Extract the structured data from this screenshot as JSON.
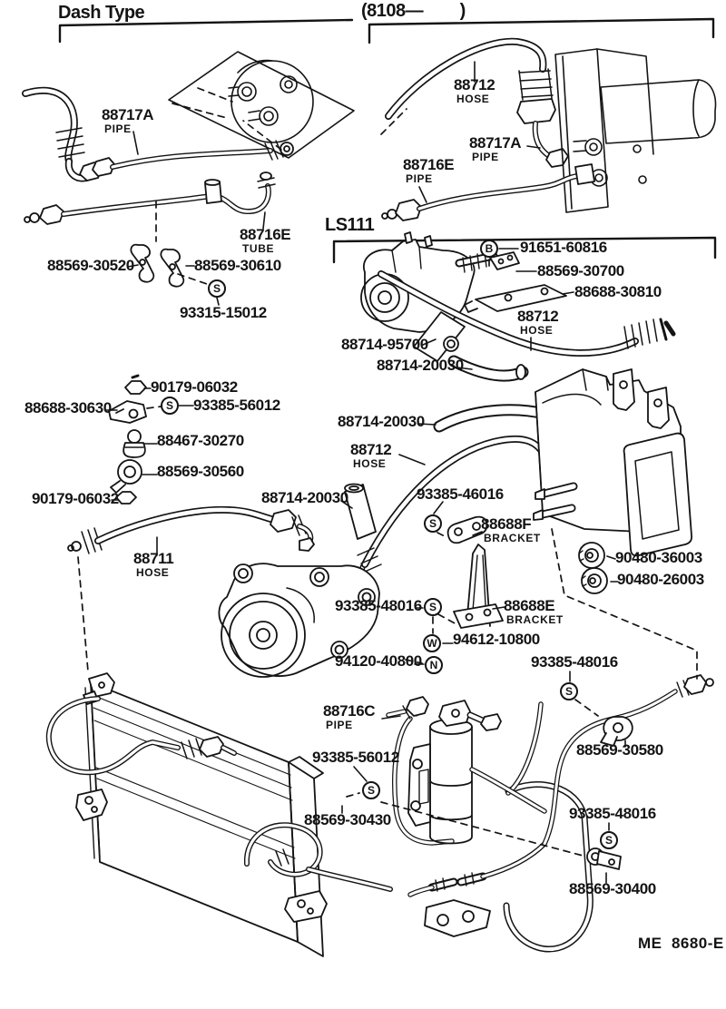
{
  "page": {
    "section_dash_type": "Dash Type",
    "section_date_range": "(8108—        )",
    "section_model": "LS111",
    "footer_code": "ME  8680-E"
  },
  "colors": {
    "ink": "#141414",
    "background": "#ffffff"
  },
  "callouts": [
    {
      "id": "88717A-dash",
      "num": "88717A",
      "sub": "PIPE"
    },
    {
      "id": "88712-top",
      "num": "88712",
      "sub": "HOSE"
    },
    {
      "id": "88717A-top",
      "num": "88717A",
      "sub": "PIPE"
    },
    {
      "id": "88716E-pipe",
      "num": "88716E",
      "sub": "PIPE"
    },
    {
      "id": "88716E-tube",
      "num": "88716E",
      "sub": "TUBE"
    },
    {
      "id": "88569-30520",
      "num": "88569-30520"
    },
    {
      "id": "88569-30610",
      "num": "88569-30610"
    },
    {
      "id": "93315-15012",
      "num": "93315-15012"
    },
    {
      "id": "91651-60816",
      "num": "91651-60816"
    },
    {
      "id": "88569-30700",
      "num": "88569-30700"
    },
    {
      "id": "88688-30810",
      "num": "88688-30810"
    },
    {
      "id": "88712-ls",
      "num": "88712",
      "sub": "HOSE"
    },
    {
      "id": "88714-95700",
      "num": "88714-95700"
    },
    {
      "id": "88714-20030-a",
      "num": "88714-20030"
    },
    {
      "id": "90179-06032-a",
      "num": "90179-06032"
    },
    {
      "id": "88688-30630",
      "num": "88688-30630"
    },
    {
      "id": "93385-56012-a",
      "num": "93385-56012"
    },
    {
      "id": "88467-30270",
      "num": "88467-30270"
    },
    {
      "id": "88569-30560",
      "num": "88569-30560"
    },
    {
      "id": "90179-06032-b",
      "num": "90179-06032"
    },
    {
      "id": "88714-20030-b",
      "num": "88714-20030"
    },
    {
      "id": "88712-mid",
      "num": "88712",
      "sub": "HOSE"
    },
    {
      "id": "88714-20030-c",
      "num": "88714-20030"
    },
    {
      "id": "93385-46016",
      "num": "93385-46016"
    },
    {
      "id": "88688F",
      "num": "88688F",
      "sub": "BRACKET"
    },
    {
      "id": "88711",
      "num": "88711",
      "sub": "HOSE"
    },
    {
      "id": "93385-48016-a",
      "num": "93385-48016"
    },
    {
      "id": "88688E",
      "num": "88688E",
      "sub": "BRACKET"
    },
    {
      "id": "94612-10800",
      "num": "94612-10800"
    },
    {
      "id": "94120-40800",
      "num": "94120-40800"
    },
    {
      "id": "90480-36003",
      "num": "90480-36003"
    },
    {
      "id": "90480-26003",
      "num": "90480-26003"
    },
    {
      "id": "93385-48016-b",
      "num": "93385-48016"
    },
    {
      "id": "88569-30580",
      "num": "88569-30580"
    },
    {
      "id": "88716C",
      "num": "88716C",
      "sub": "PIPE"
    },
    {
      "id": "93385-56012-b",
      "num": "93385-56012"
    },
    {
      "id": "88569-30430",
      "num": "88569-30430"
    },
    {
      "id": "93385-48016-c",
      "num": "93385-48016"
    },
    {
      "id": "88569-30400",
      "num": "88569-30400"
    }
  ],
  "badges": [
    {
      "letter": "S"
    },
    {
      "letter": "B"
    },
    {
      "letter": "S"
    },
    {
      "letter": "S"
    },
    {
      "letter": "S"
    },
    {
      "letter": "W"
    },
    {
      "letter": "N"
    },
    {
      "letter": "S"
    },
    {
      "letter": "S"
    },
    {
      "letter": "S"
    }
  ]
}
